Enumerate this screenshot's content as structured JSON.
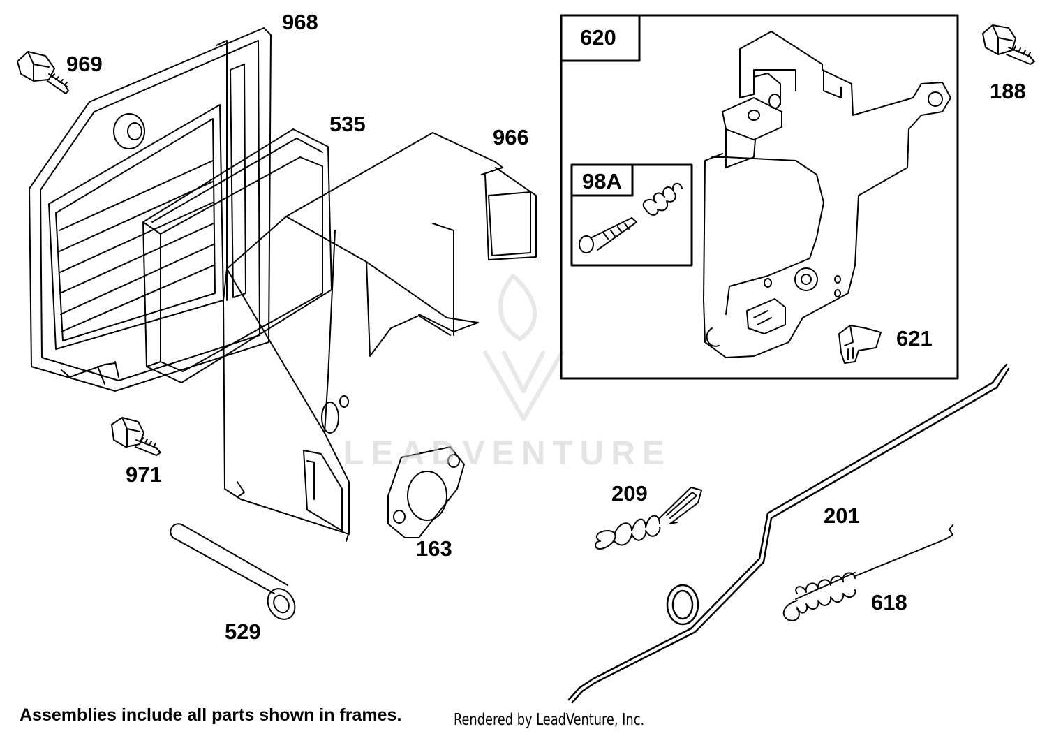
{
  "diagram": {
    "frames": [
      {
        "id": "620",
        "label": "620"
      },
      {
        "id": "98A",
        "label": "98A"
      }
    ],
    "parts": [
      {
        "id": "968",
        "label": "968"
      },
      {
        "id": "969",
        "label": "969"
      },
      {
        "id": "535",
        "label": "535"
      },
      {
        "id": "966",
        "label": "966"
      },
      {
        "id": "971",
        "label": "971"
      },
      {
        "id": "163",
        "label": "163"
      },
      {
        "id": "529",
        "label": "529"
      },
      {
        "id": "188",
        "label": "188"
      },
      {
        "id": "621",
        "label": "621"
      },
      {
        "id": "209",
        "label": "209"
      },
      {
        "id": "201",
        "label": "201"
      },
      {
        "id": "618",
        "label": "618"
      }
    ],
    "footer": {
      "note": "Assemblies include all parts shown in frames.",
      "credit": "Rendered by LeadVenture, Inc."
    },
    "watermark": "LEADVENTURE",
    "colors": {
      "line": "#000000",
      "watermark": "#cfcfcf",
      "background": "#ffffff"
    }
  }
}
